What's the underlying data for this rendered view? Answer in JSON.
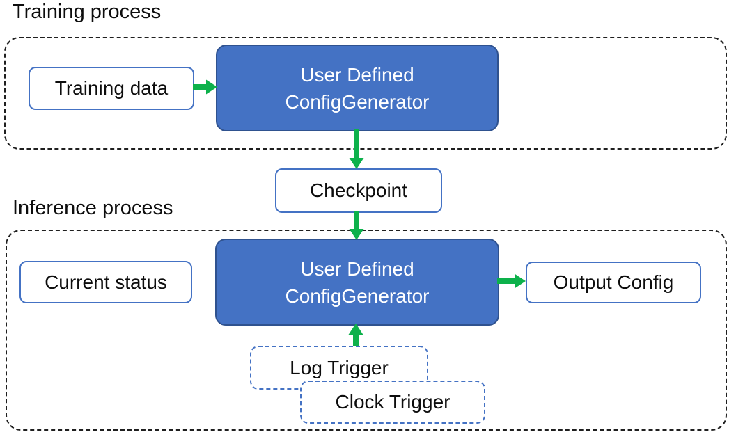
{
  "colors": {
    "generator_fill": "#4472C4",
    "generator_border": "#2F528F",
    "io_box_border": "#4472C4",
    "trigger_border": "#4472C4",
    "arrow_green": "#0DB14B",
    "section_border": "#1F1F1F",
    "text_dark": "#0D0D0D",
    "text_light": "#FFFFFF"
  },
  "training": {
    "label": "Training process",
    "input_label": "Training data",
    "generator": {
      "line1": "User Defined",
      "line2": "ConfigGenerator"
    }
  },
  "checkpoint_label": "Checkpoint",
  "inference": {
    "label": "Inference process",
    "input_label": "Current status",
    "generator": {
      "line1": "User Defined",
      "line2": "ConfigGenerator"
    },
    "output_label": "Output Config",
    "triggers": [
      {
        "label": "Log Trigger"
      },
      {
        "label": "Clock Trigger"
      }
    ]
  }
}
